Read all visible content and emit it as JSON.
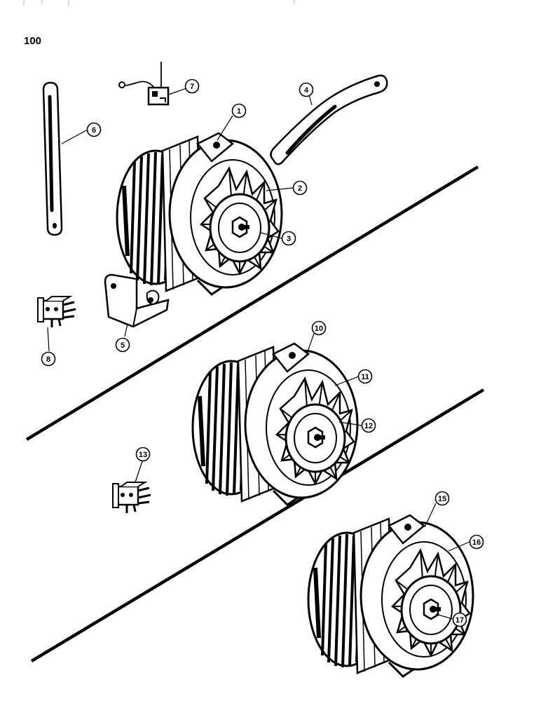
{
  "page_number": "100",
  "callouts": [
    "1",
    "2",
    "3",
    "4",
    "5",
    "6",
    "7",
    "8",
    "10",
    "11",
    "12",
    "13",
    "15",
    "16",
    "17"
  ]
}
